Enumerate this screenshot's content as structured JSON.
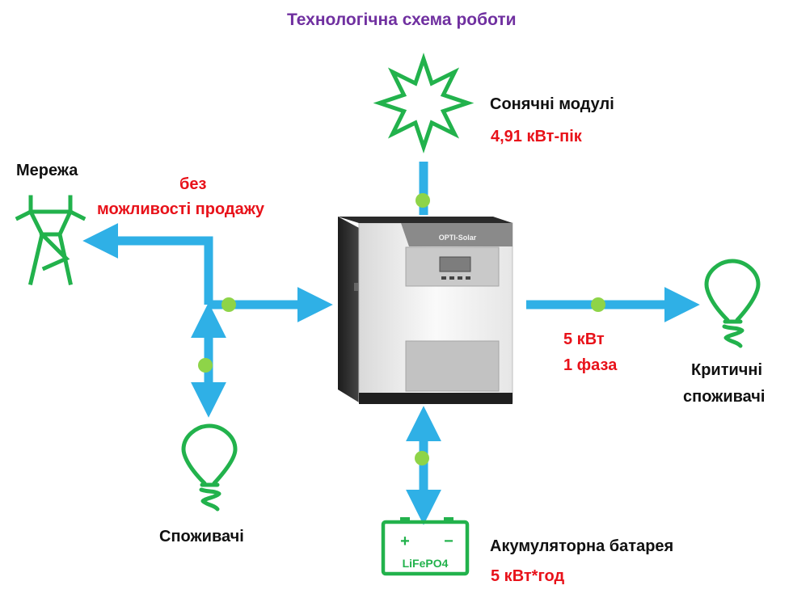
{
  "title": "Технологічна схема роботи",
  "solar": {
    "label": "Сонячні модулі",
    "value": "4,91 кВт-пік"
  },
  "grid": {
    "label": "Мережа",
    "note_line1": "без",
    "note_line2": "можливості продажу"
  },
  "inverter": {
    "brand": "OPTI-Solar"
  },
  "output": {
    "power": "5 кВт",
    "phase": "1 фаза"
  },
  "critical_loads": {
    "line1": "Критичні",
    "line2": "споживачі"
  },
  "loads": {
    "label": "Споживачі"
  },
  "battery": {
    "label": "Акумуляторна батарея",
    "value": "5 кВт*год",
    "chemistry": "LiFePO4",
    "plus": "+",
    "minus": "−"
  },
  "colors": {
    "arrow": "#2fb0e6",
    "icon_green": "#22b24c",
    "dot": "#8ed448",
    "title": "#7030a0",
    "accent_red": "#e8121a"
  }
}
